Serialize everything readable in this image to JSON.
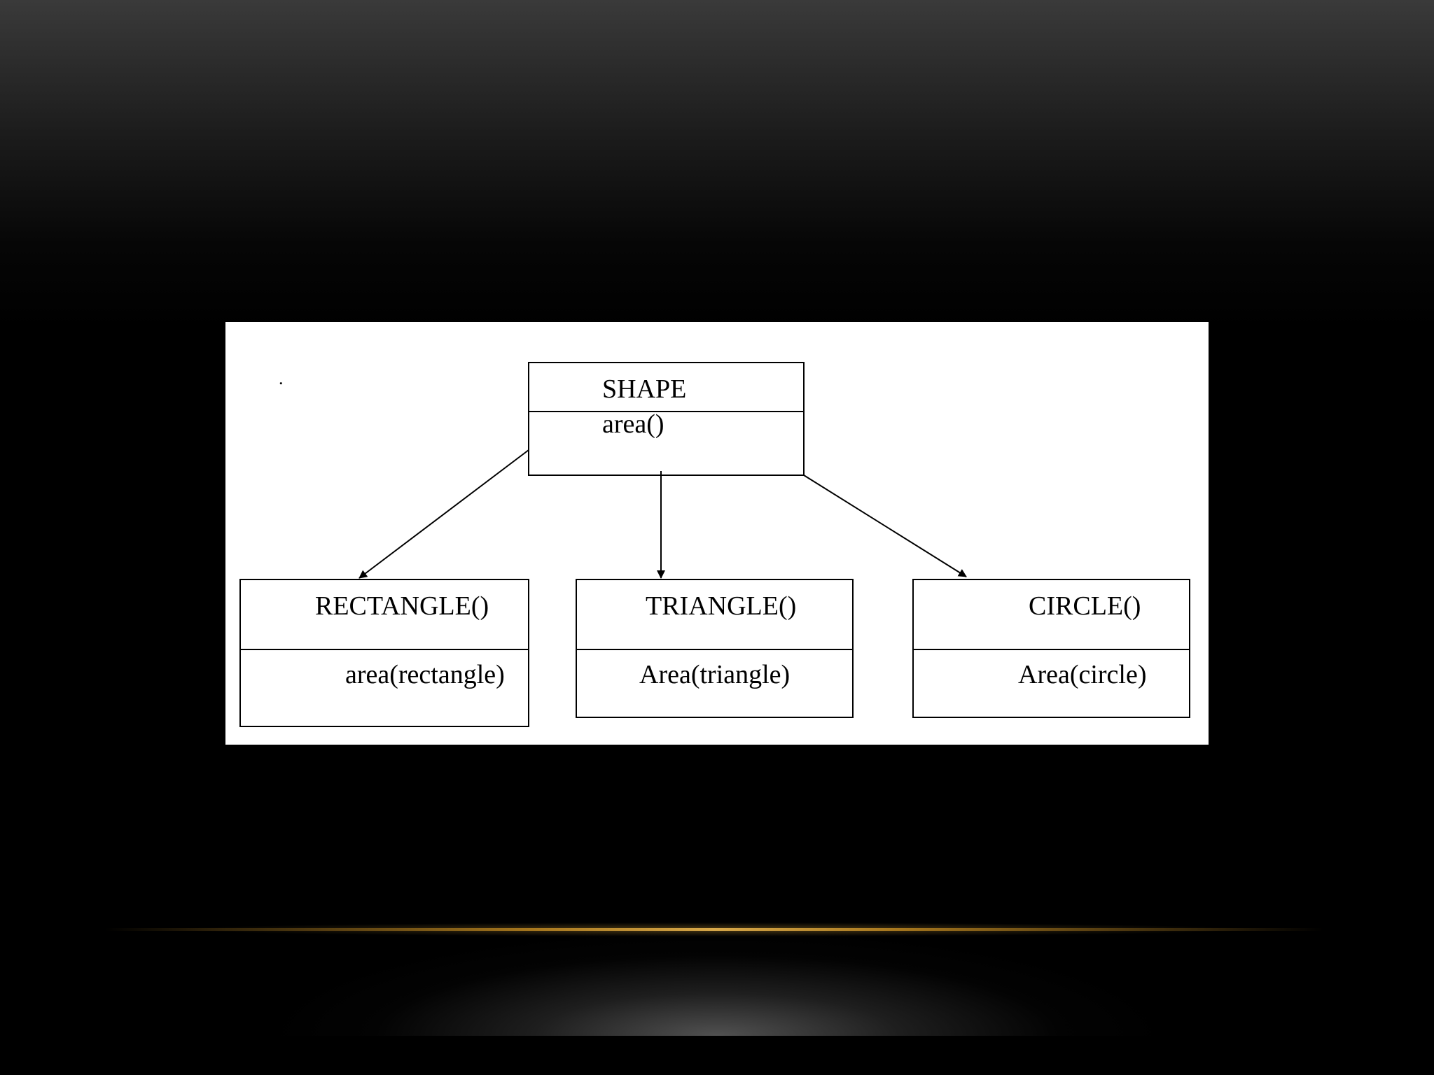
{
  "diagram": {
    "parent": {
      "name": "SHAPE",
      "method": "area()"
    },
    "children": [
      {
        "name": "RECTANGLE()",
        "method": "area(rectangle)"
      },
      {
        "name": "TRIANGLE()",
        "method": "Area(triangle)"
      },
      {
        "name": "CIRCLE()",
        "method": "Area(circle)"
      }
    ],
    "stray_mark": "."
  }
}
